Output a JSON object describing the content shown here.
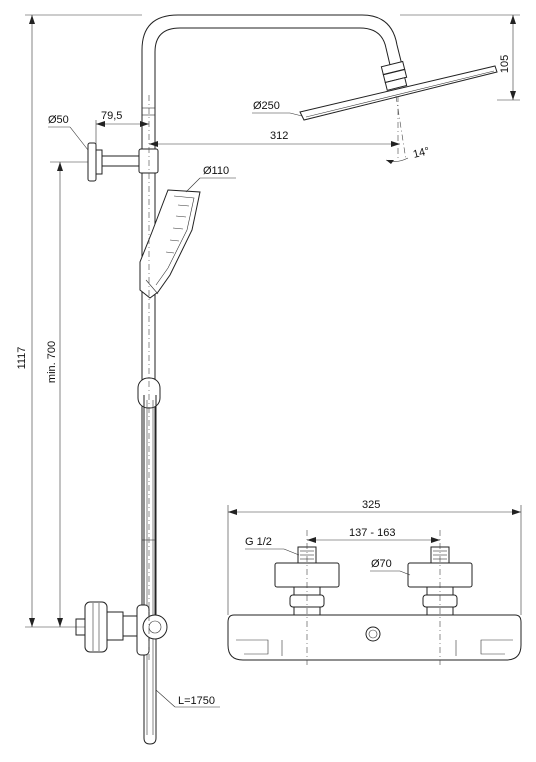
{
  "dimensions": {
    "head_height": "105",
    "head_diameter": "Ø250",
    "wall_to_pipe": "79,5",
    "rosette_diameter": "Ø50",
    "head_reach": "312",
    "head_angle": "14°",
    "handshower_diameter": "Ø110",
    "total_height": "1117",
    "min_height": "min. 700",
    "hose_length": "L=1750",
    "mixer_width": "325",
    "connection_thread": "G 1/2",
    "centres": "137 - 163",
    "eccentric_diameter": "Ø70"
  }
}
